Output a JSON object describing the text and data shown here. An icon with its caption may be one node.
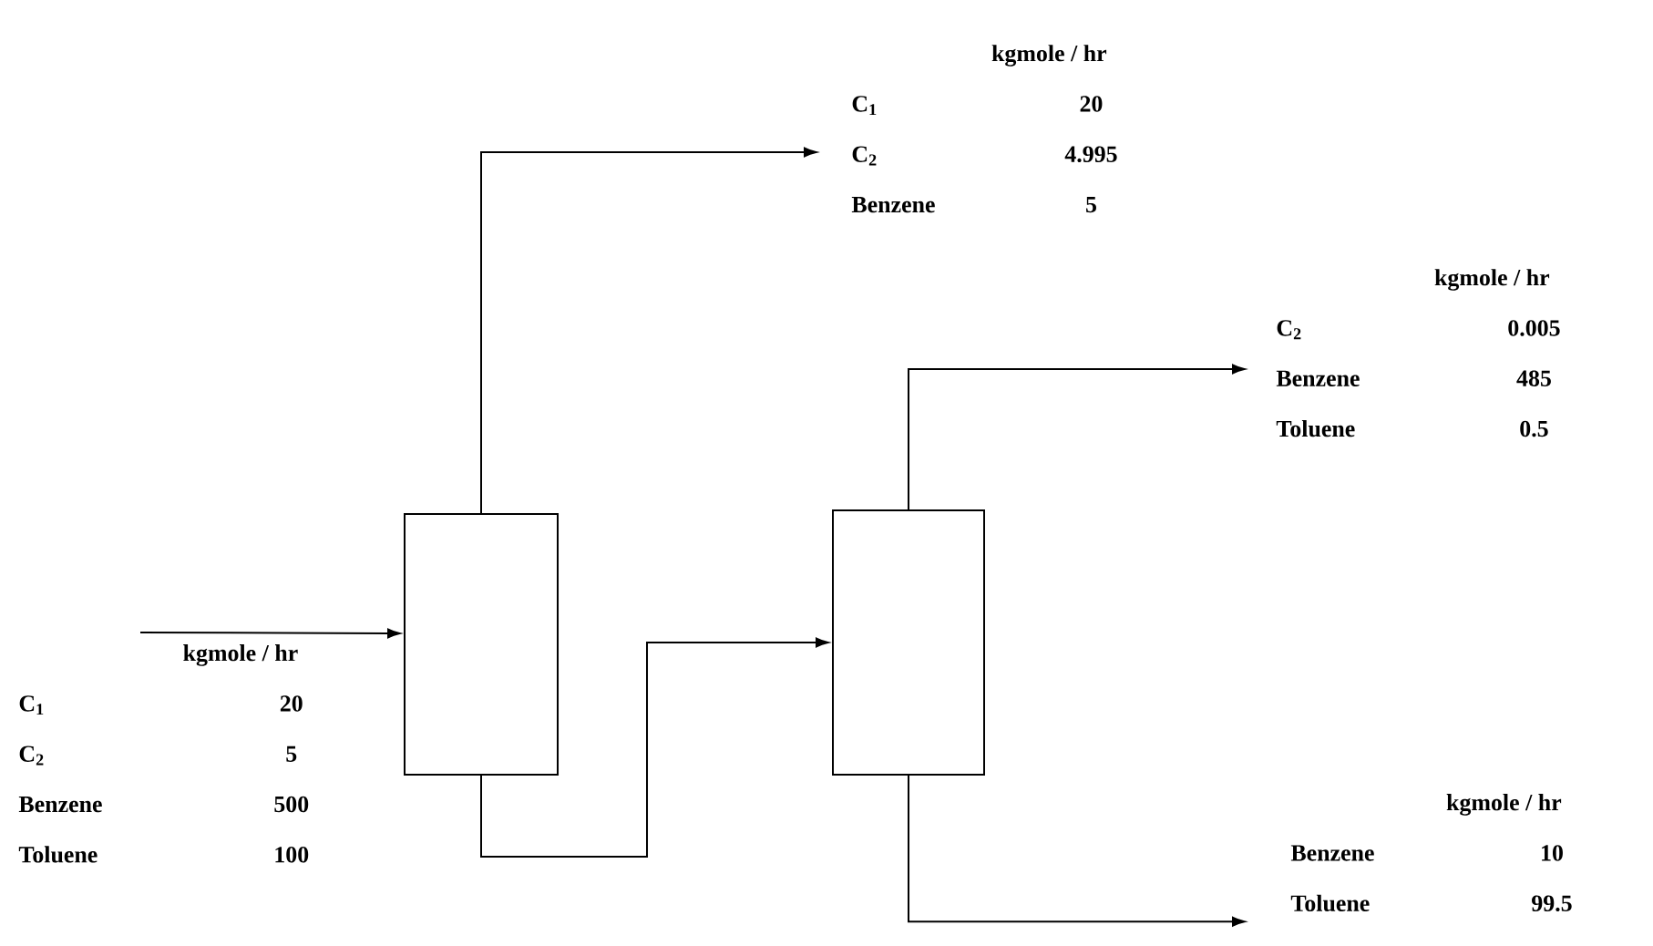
{
  "diagram": {
    "nodes": [
      {
        "text": [
          "kgmole / hr",
          "C$_{1}$",
          "20",
          "C$_{2}$",
          "4.995",
          "Benzene",
          "5"
        ]
      },
      {
        "text": [
          "kgmole / hr",
          "C$_{2}$",
          "0.005",
          "Benzene",
          "485",
          "Toluene",
          "0.5"
        ]
      },
      {
        "text": [],
        "shape": "box"
      },
      {
        "text": [],
        "shape": "box"
      },
      {
        "text": [
          "kgmole / hr",
          "C$_{1}$",
          "20",
          "C$_{2}$",
          "5",
          "Benzene",
          "500",
          "Toluene",
          "100"
        ]
      },
      {
        "text": [
          "kgmole / hr",
          "Benzene",
          "10",
          "Toluene",
          "99.5"
        ]
      }
    ],
    "edges": [
      {
        "from": 4,
        "to": 2,
        "arrow": "to"
      },
      {
        "from": 2,
        "to": 0,
        "arrow": "to"
      },
      {
        "from": 2,
        "to": 3,
        "arrow": "to"
      },
      {
        "from": 3,
        "to": 1,
        "arrow": "to"
      },
      {
        "from": 3,
        "to": 5,
        "arrow": "to"
      }
    ]
  }
}
